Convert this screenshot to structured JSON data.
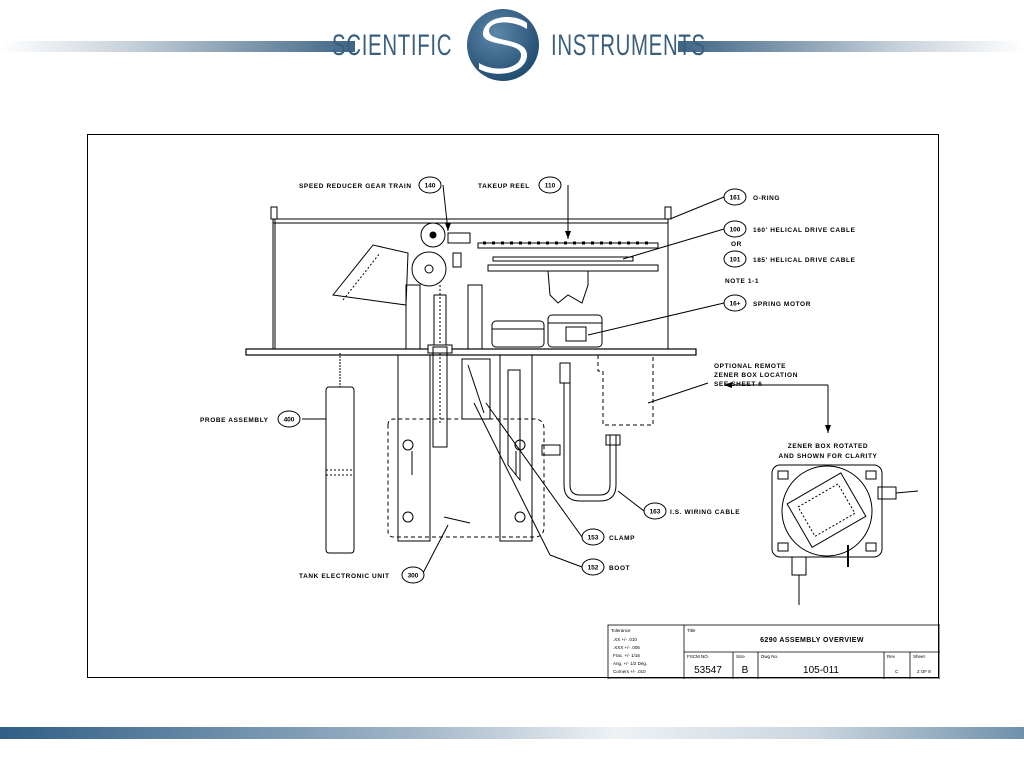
{
  "header": {
    "brand_left": "SCIENTIFIC",
    "brand_right": "INSTRUMENTS",
    "logo_icon": "si-logo-icon",
    "accent_color": "#3a5f7d"
  },
  "drawing": {
    "callouts": {
      "speed_reducer": {
        "label": "SPEED REDUCER GEAR TRAIN",
        "num": "140"
      },
      "takeup_reel": {
        "label": "TAKEUP REEL",
        "num": "110"
      },
      "o_ring": {
        "label": "O-RING",
        "num": "161"
      },
      "cable_160": {
        "label": "160' HELICAL DRIVE CABLE",
        "num": "100"
      },
      "or": "OR",
      "cable_185": {
        "label": "185' HELICAL DRIVE CABLE",
        "num": "101"
      },
      "note": "NOTE 1-1",
      "spring_motor": {
        "label": "SPRING MOTOR",
        "num": "16+"
      },
      "zener_optional": [
        "OPTIONAL REMOTE",
        "ZENER BOX LOCATION",
        "SEE SHEET 6"
      ],
      "zener_rotated": [
        "ZENER BOX ROTATED",
        "AND SHOWN FOR CLARITY"
      ],
      "probe_assembly": {
        "label": "PROBE ASSEMBLY",
        "num": "400"
      },
      "wiring_cable": {
        "label": "I.S. WIRING CABLE",
        "num": "163"
      },
      "clamp": {
        "label": "CLAMP",
        "num": "153"
      },
      "boot": {
        "label": "BOOT",
        "num": "152"
      },
      "tank_unit": {
        "label": "TANK ELECTRONIC UNIT",
        "num": "300"
      }
    },
    "title_block": {
      "tolerance_label": "Tolerance",
      "tolerance_lines": [
        ".XX +/- .010",
        ".XXX +/- .005",
        "Frac. +/- 1/16",
        "Ang. +/- 1/2 Deg.",
        "Corners +/- .010"
      ],
      "title_label": "Title",
      "title": "6290 ASSEMBLY OVERVIEW",
      "fscm_label": "FSCM NO.",
      "fscm": "53547",
      "size_label": "Size",
      "size": "B",
      "dwg_label": "Dwg No.",
      "dwg_no": "105-011",
      "rev_label": "Rev",
      "rev": "C",
      "sheet_label": "Sheet",
      "sheet": "2 OF 8"
    }
  }
}
